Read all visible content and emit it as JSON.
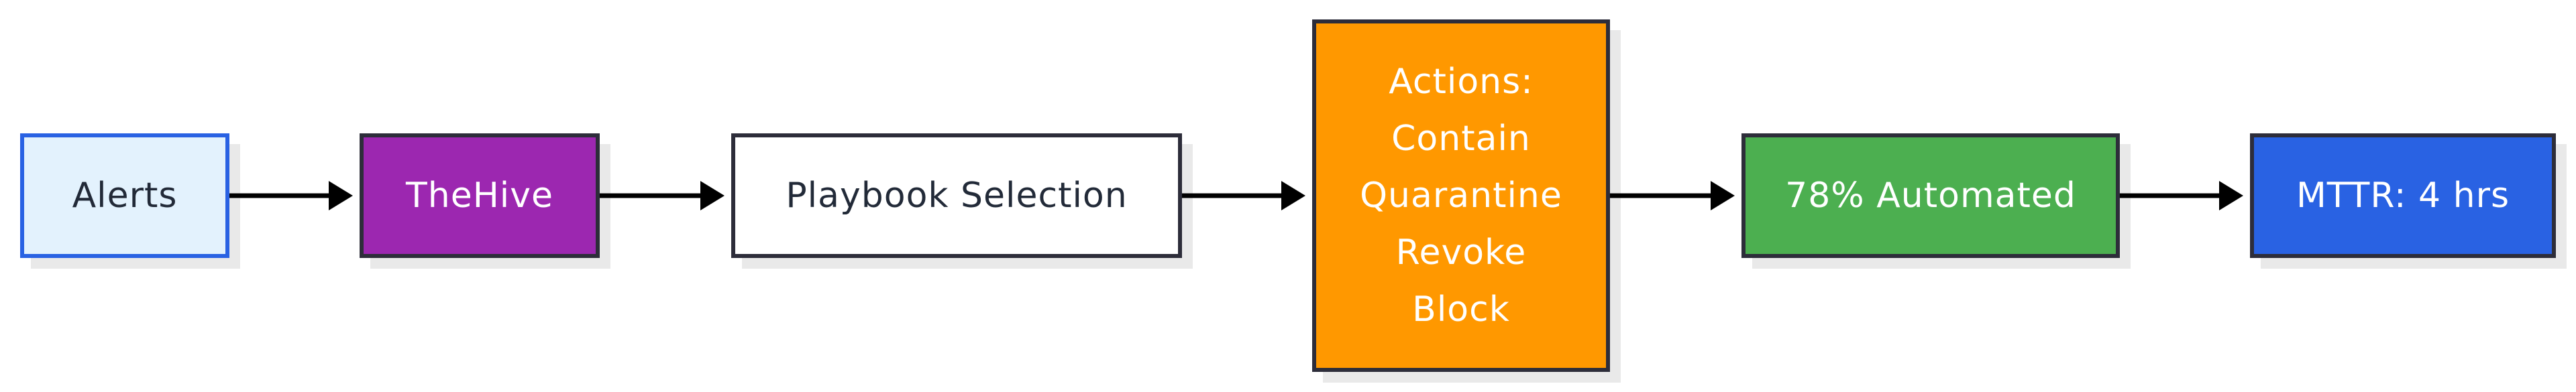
{
  "nodes": {
    "alerts": {
      "label": "Alerts"
    },
    "thehive": {
      "label": "TheHive"
    },
    "playbook": {
      "label": "Playbook Selection"
    },
    "actions": {
      "lines": [
        "Actions:",
        "Contain",
        "Quarantine",
        "Revoke",
        "Block"
      ]
    },
    "automated": {
      "label": "78% Automated"
    },
    "mttr": {
      "label": "MTTR: 4 hrs"
    }
  },
  "edges": [
    {
      "from": "alerts",
      "to": "thehive"
    },
    {
      "from": "thehive",
      "to": "playbook"
    },
    {
      "from": "playbook",
      "to": "actions"
    },
    {
      "from": "actions",
      "to": "automated"
    },
    {
      "from": "automated",
      "to": "mttr"
    }
  ],
  "colors": {
    "alerts_fill": "#e3f2fd",
    "alerts_border": "#2962e3",
    "thehive_fill": "#9c27b0",
    "playbook_fill": "#ffffff",
    "actions_fill": "#ff9800",
    "automated_fill": "#4caf50",
    "mttr_fill": "#2962e3",
    "border": "#2d2d3a",
    "arrow": "#000000"
  }
}
